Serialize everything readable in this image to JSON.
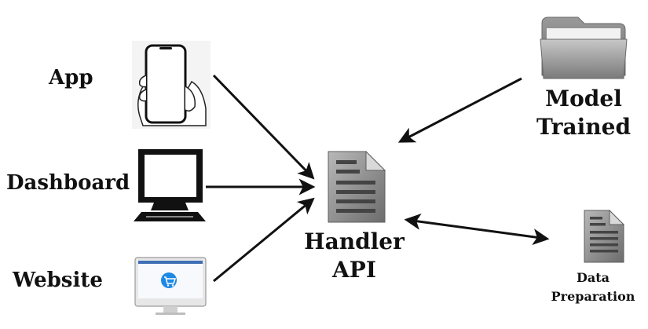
{
  "nodes": {
    "app": {
      "label": "App"
    },
    "dashboard": {
      "label": "Dashboard"
    },
    "website": {
      "label": "Website"
    },
    "handler_api": {
      "line1": "Handler",
      "line2": "API"
    },
    "model_trained": {
      "line1": "Model",
      "line2": "Trained"
    },
    "data_preparation": {
      "line1": "Data",
      "line2": "Preparation"
    }
  },
  "edges": [
    {
      "from": "App",
      "to": "Handler API",
      "direction": "forward"
    },
    {
      "from": "Dashboard",
      "to": "Handler API",
      "direction": "forward"
    },
    {
      "from": "Website",
      "to": "Handler API",
      "direction": "forward"
    },
    {
      "from": "Model Trained",
      "to": "Handler API",
      "direction": "forward"
    },
    {
      "from": "Handler API",
      "to": "Data Preparation",
      "direction": "both"
    }
  ],
  "icons": {
    "app": "smartphone-in-hand-icon",
    "dashboard": "computer-monitor-icon",
    "website": "web-store-screen-icon",
    "handler_api": "document-icon",
    "model_trained": "folder-icon",
    "data_preparation": "document-icon"
  },
  "colors": {
    "text": "#111111",
    "arrow": "#111111",
    "document_fill": "#8e8e8e",
    "folder_fill": "#9a9a9a",
    "cart_accent": "#1e88e5"
  }
}
